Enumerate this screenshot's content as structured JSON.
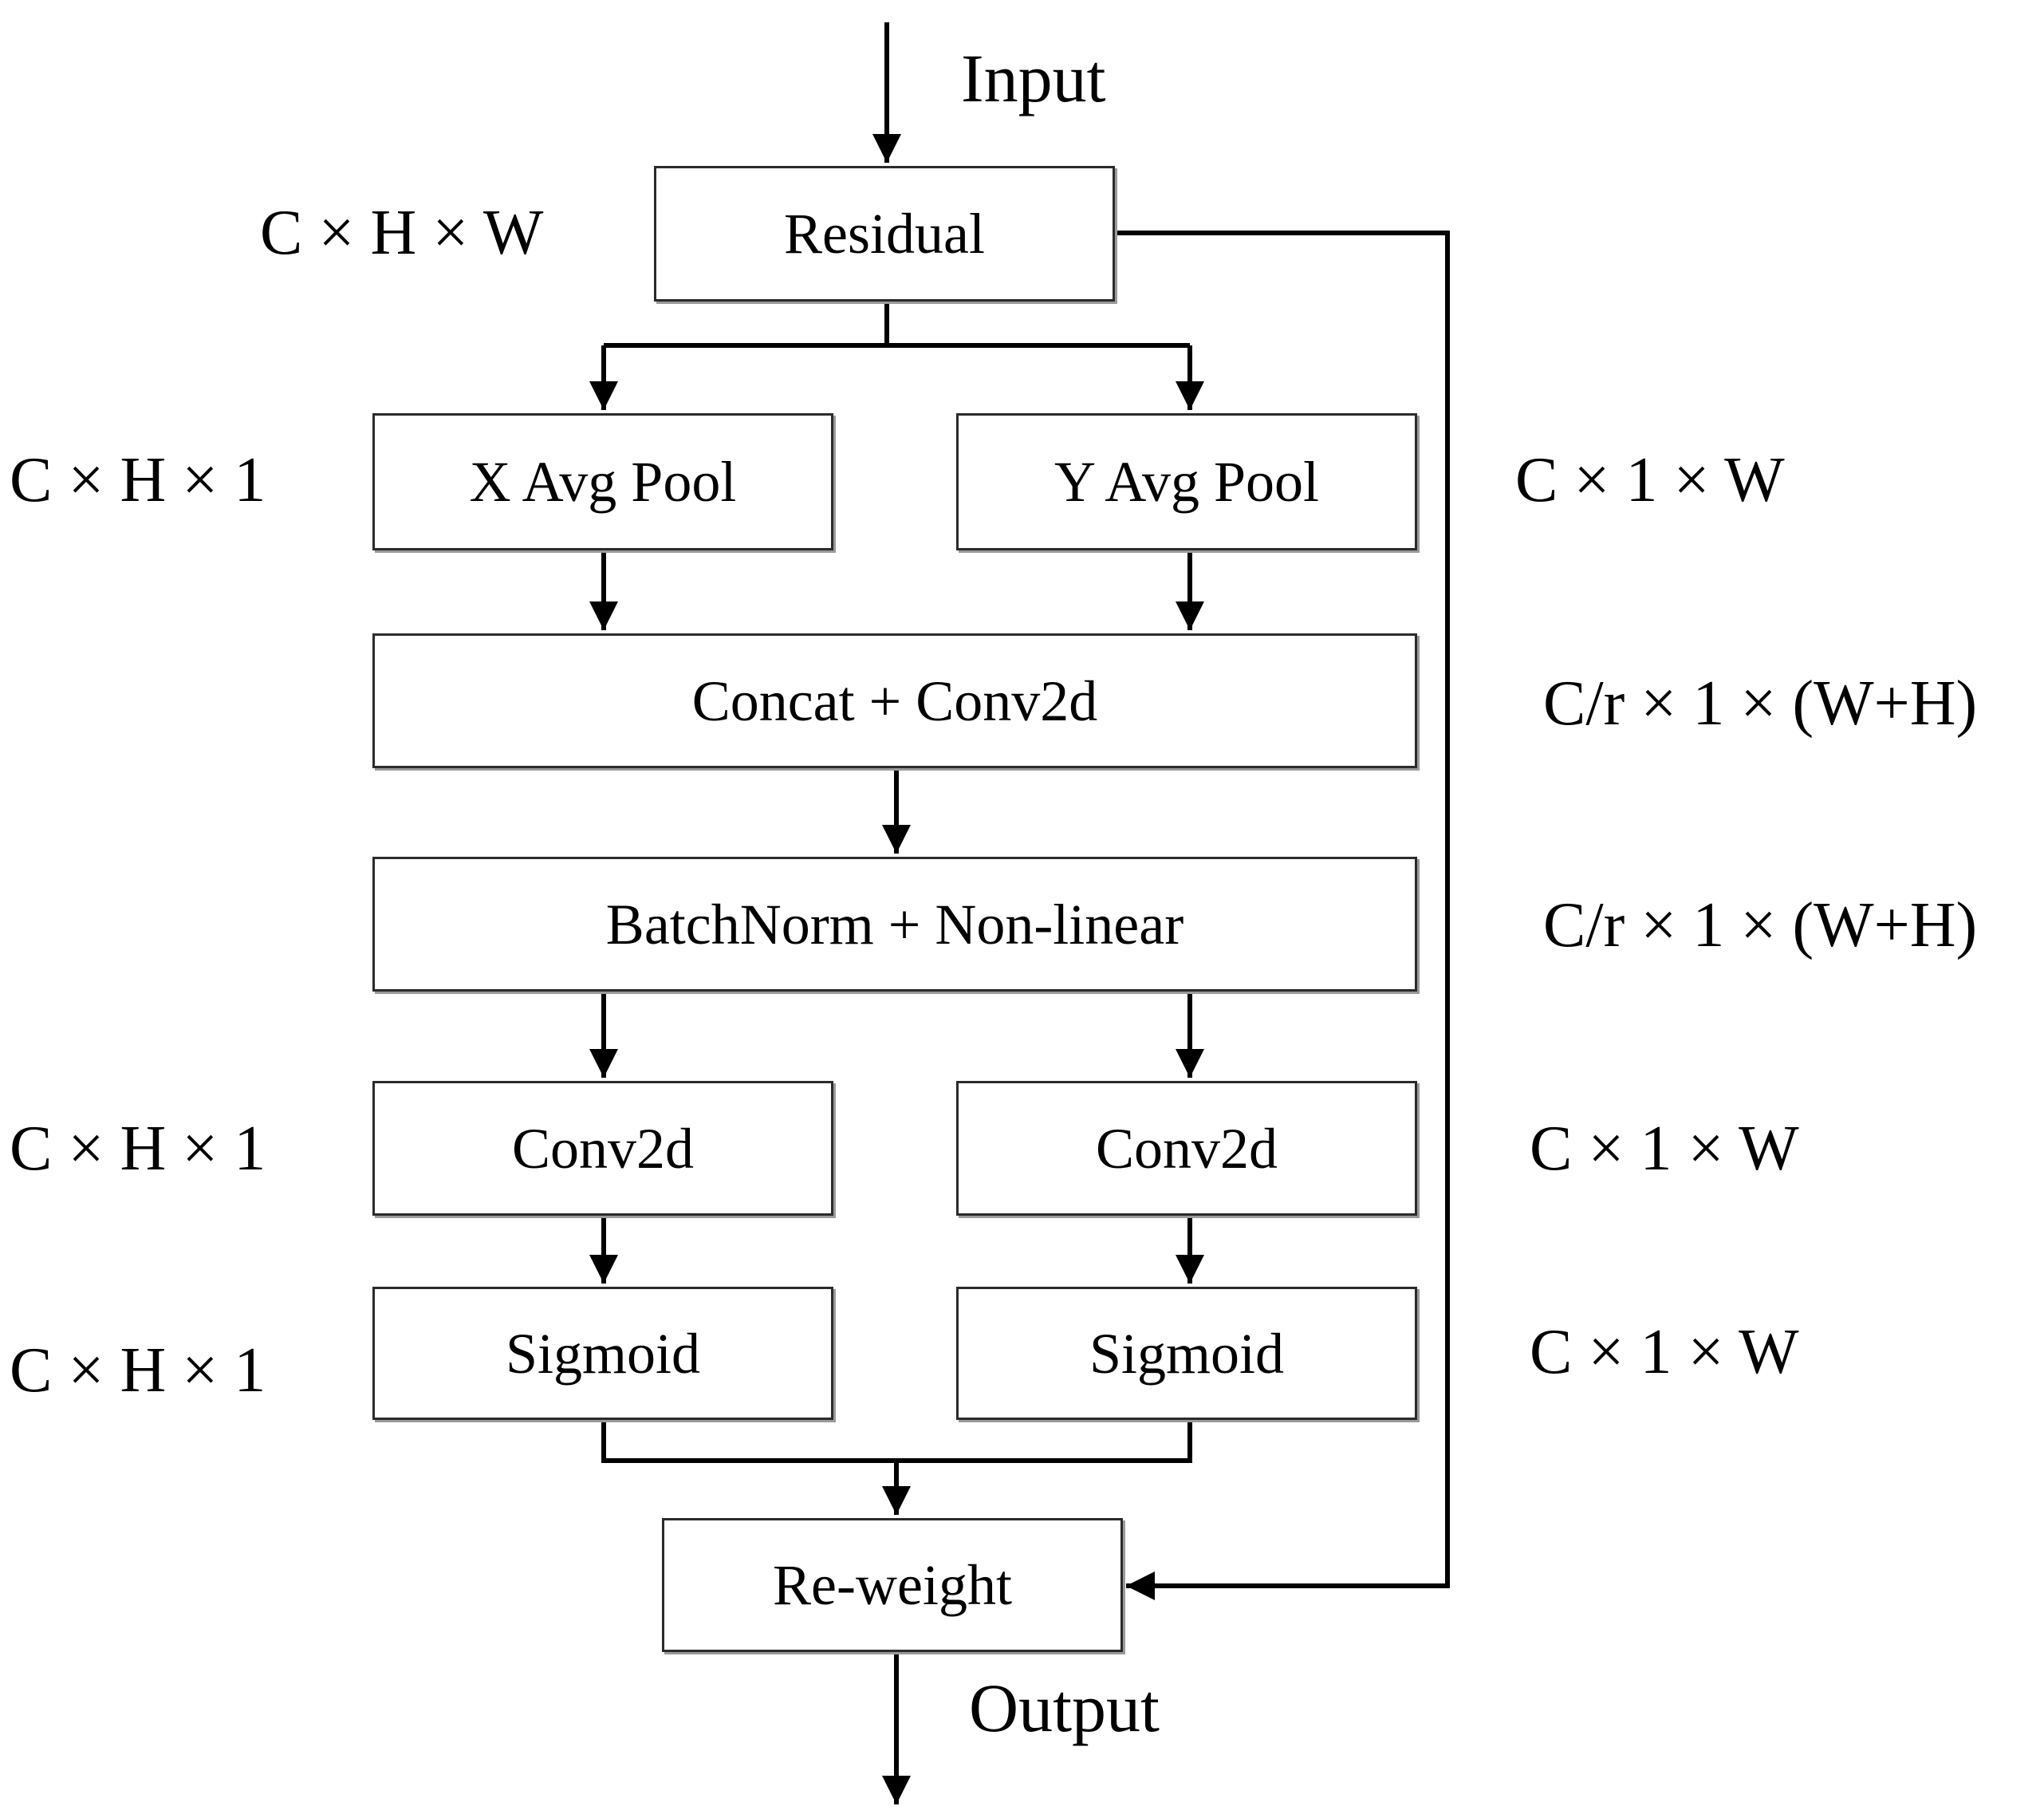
{
  "input_label": "Input",
  "output_label": "Output",
  "blocks": {
    "residual": "Residual",
    "x_avg_pool": "X Avg Pool",
    "y_avg_pool": "Y Avg Pool",
    "concat_conv": "Concat + Conv2d",
    "batchnorm": "BatchNorm + Non-linear",
    "conv_left": "Conv2d",
    "conv_right": "Conv2d",
    "sigmoid_left": "Sigmoid",
    "sigmoid_right": "Sigmoid",
    "reweight": "Re-weight"
  },
  "dims": {
    "residual": "C × H × W",
    "x_pool": "C × H × 1",
    "y_pool": "C × 1 × W",
    "concat": "C/r × 1 × (W+H)",
    "batchnorm": "C/r × 1 × (W+H)",
    "conv_left": "C × H × 1",
    "conv_right": "C × 1 × W",
    "sigmoid_left": "C × H × 1",
    "sigmoid_right": "C × 1 × W"
  }
}
